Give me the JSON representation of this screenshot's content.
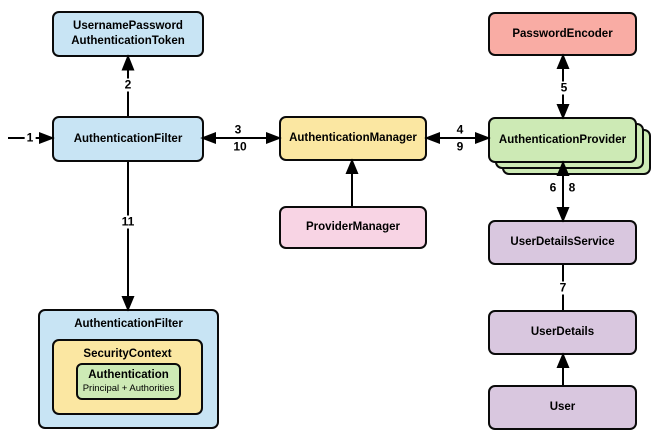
{
  "diagram": {
    "colors": {
      "blue": "#c8e4f4",
      "yellow": "#fbe7a2",
      "pink": "#f8d4e4",
      "salmon": "#f9aca4",
      "green": "#cdeab5",
      "purple": "#d9c7df",
      "border": "#0a0a0a",
      "arrow": "#000000",
      "background": "#ffffff"
    },
    "nodes": {
      "username_password_authentication_token": {
        "label": "UsernamePassword\nAuthenticationToken"
      },
      "authentication_filter": {
        "label": "AuthenticationFilter"
      },
      "authentication_manager": {
        "label": "AuthenticationManager"
      },
      "provider_manager": {
        "label": "ProviderManager"
      },
      "password_encoder": {
        "label": "PasswordEncoder"
      },
      "authentication_provider": {
        "label": "AuthenticationProvider"
      },
      "user_details_service": {
        "label": "UserDetailsService"
      },
      "user_details": {
        "label": "UserDetails"
      },
      "user": {
        "label": "User"
      },
      "authentication_filter_result": {
        "label": "AuthenticationFilter"
      },
      "security_context": {
        "label": "SecurityContext"
      },
      "authentication": {
        "label": "Authentication",
        "sublabel": "Principal + Authorities"
      }
    },
    "arrow_labels": {
      "step_1": "1",
      "step_2": "2",
      "step_3": "3",
      "step_4": "4",
      "step_5": "5",
      "step_6": "6",
      "step_7": "7",
      "step_8": "8",
      "step_9": "9",
      "step_10": "10",
      "step_11": "11"
    }
  }
}
